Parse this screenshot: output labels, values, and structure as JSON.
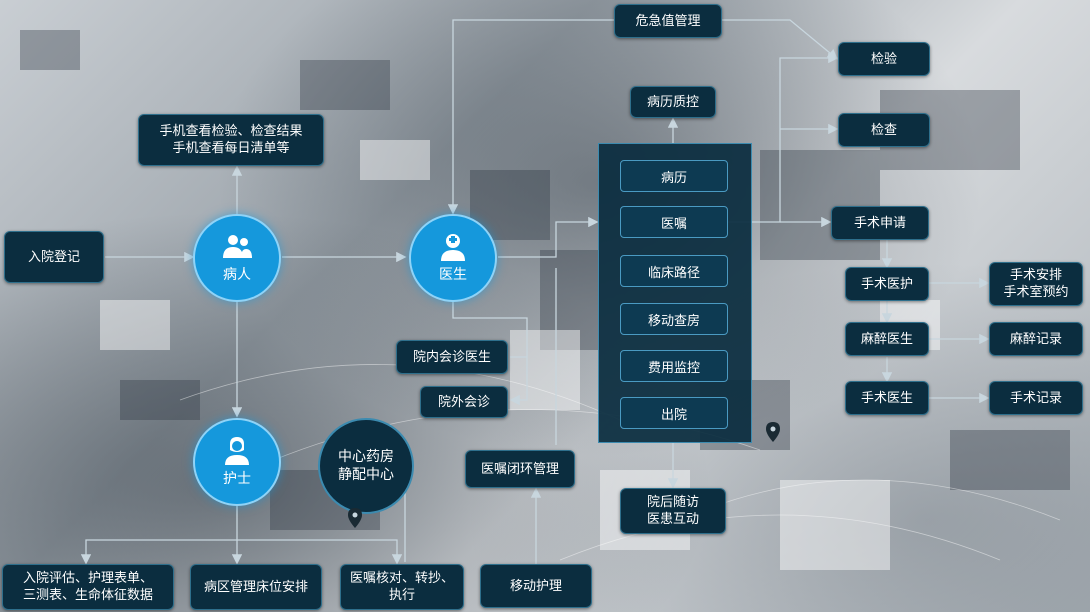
{
  "colors": {
    "box_bg": "#0b2d3f",
    "box_border": "#2e6f8c",
    "circle_fill": "#1598dc",
    "line": "#c8d6de"
  },
  "nodes": {
    "admission": "入院登记",
    "mobile_view": "手机查看检验、检查结果\n手机查看每日清单等",
    "patient": "病人",
    "doctor": "医生",
    "nurse": "护士",
    "critical_value": "危急值管理",
    "record_quality": "病历质控",
    "lab_test": "检验",
    "exam": "检查",
    "surgery_apply": "手术申请",
    "surgery_care": "手术医护",
    "surgery_schedule": "手术安排\n手术室预约",
    "anesthetist": "麻醉医生",
    "anesthesia_record": "麻醉记录",
    "surgeon": "手术医生",
    "surgery_record": "手术记录",
    "inner_consult": "院内会诊医生",
    "outer_consult": "院外会诊",
    "pharmacy": "中心药房\n静配中心",
    "order_loop": "医嘱闭环管理",
    "followup": "院后随访\n医患互动",
    "nurse_assess": "入院评估、护理表单、\n三测表、生命体征数据",
    "ward_bed": "病区管理床位安排",
    "order_check": "医嘱核对、转抄、\n执行",
    "mobile_nursing": "移动护理"
  },
  "panel_items": [
    "病历",
    "医嘱",
    "临床路径",
    "移动查房",
    "费用监控",
    "出院"
  ],
  "icons": {
    "patient": "group-people-icon",
    "doctor": "doctor-icon",
    "nurse": "nurse-icon",
    "pin": "map-pin-icon"
  }
}
